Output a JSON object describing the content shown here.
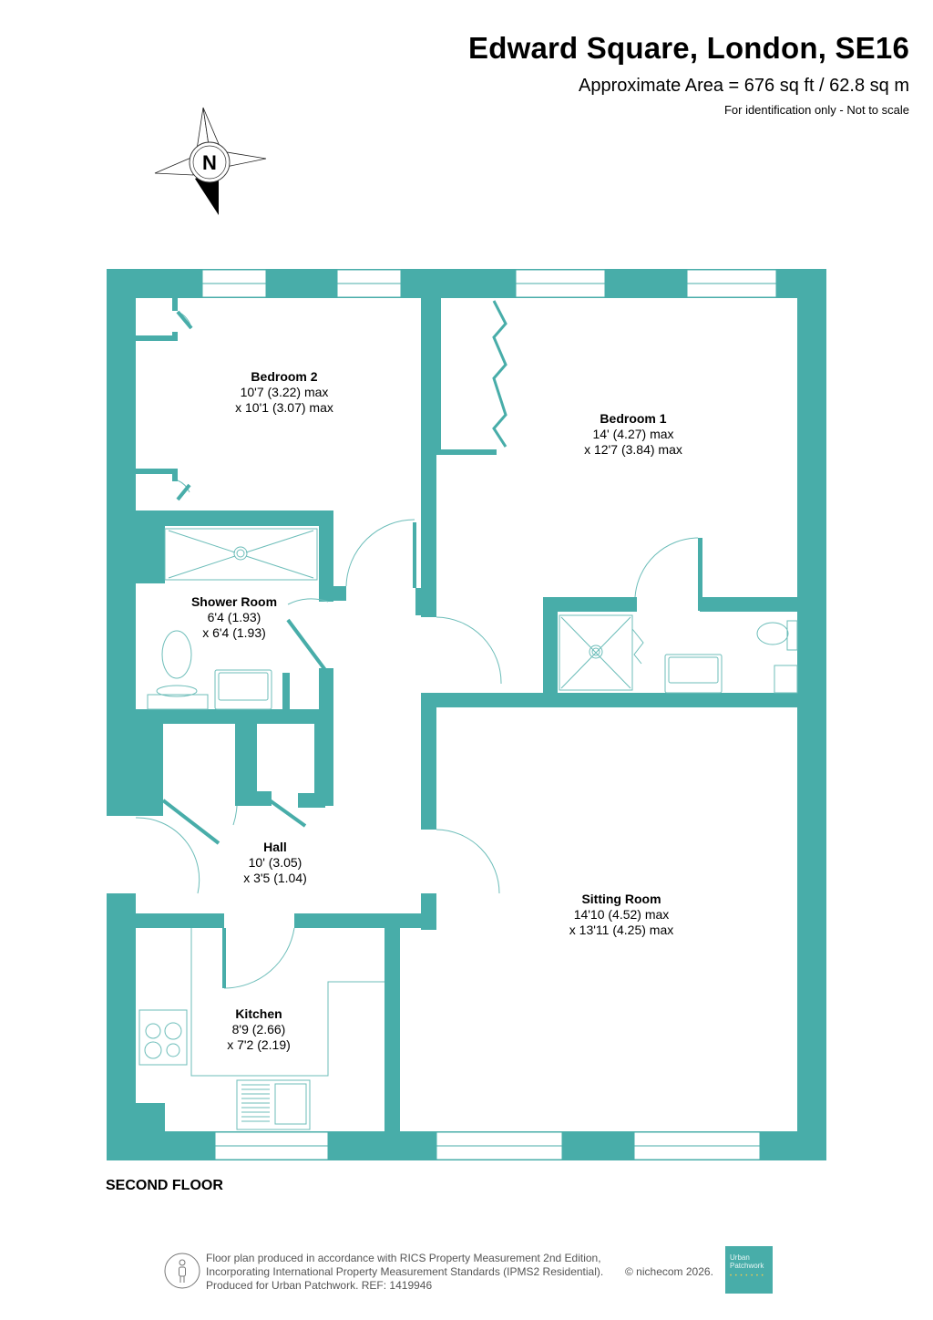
{
  "header": {
    "title": "Edward Square, London, SE16",
    "area": "Approximate Area = 676 sq ft / 62.8 sq m",
    "note": "For identification only - Not to scale"
  },
  "compass": {
    "label": "N",
    "icon": "north-arrow-compass-icon"
  },
  "colors": {
    "wall": "#48ada9",
    "fixture_line": "#6cbdb9",
    "text": "#000000",
    "footer_text": "#555555"
  },
  "rooms": [
    {
      "name": "Bedroom 2",
      "dim1": "10'7 (3.22) max",
      "dim2": "x 10'1 (3.07) max"
    },
    {
      "name": "Bedroom 1",
      "dim1": "14' (4.27) max",
      "dim2": "x 12'7 (3.84) max"
    },
    {
      "name": "Shower Room",
      "dim1": "6'4 (1.93)",
      "dim2": "x 6'4 (1.93)"
    },
    {
      "name": "Hall",
      "dim1": "10' (3.05)",
      "dim2": "x 3'5 (1.04)"
    },
    {
      "name": "Sitting Room",
      "dim1": "14'10 (4.52) max",
      "dim2": "x 13'11 (4.25) max"
    },
    {
      "name": "Kitchen",
      "dim1": "8'9 (2.66)",
      "dim2": "x 7'2 (2.19)"
    }
  ],
  "floor_label": "SECOND FLOOR",
  "footer": {
    "line1": "Floor plan produced in accordance with RICS Property Measurement 2nd Edition,",
    "line2": "Incorporating International Property Measurement Standards (IPMS2 Residential).",
    "line3": "Produced for Urban Patchwork.   REF:  1419946",
    "copyright": "© nichecom 2026.",
    "brand_line1": "Urban",
    "brand_line2": "Patchwork",
    "brand_dots": "• • • • • • •"
  }
}
